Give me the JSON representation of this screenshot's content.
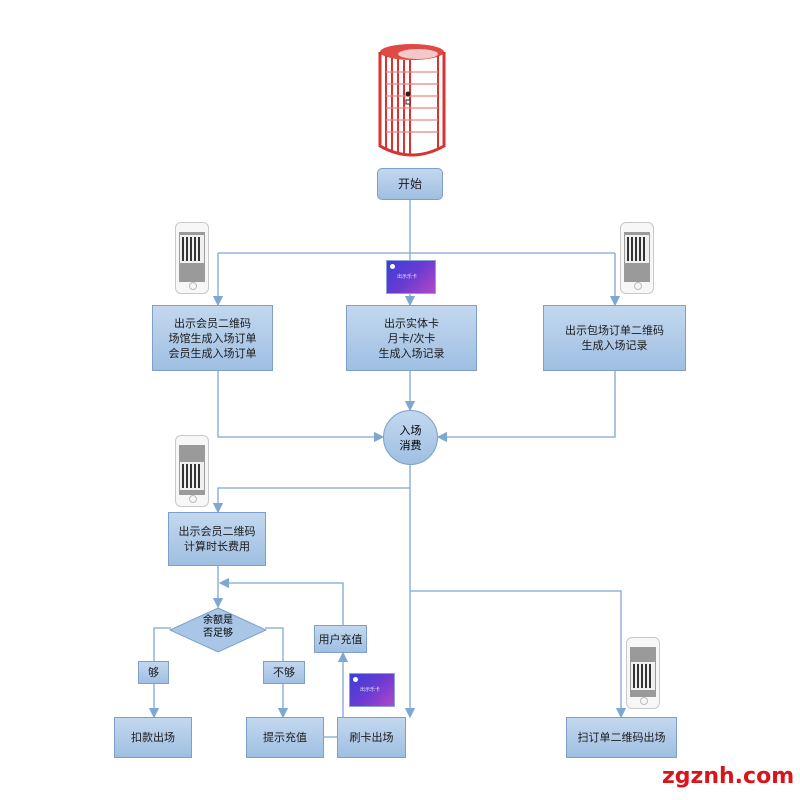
{
  "nodes": {
    "start": "开始",
    "member_qr_entry": "出示会员二维码\n场馆生成入场订单\n会员生成入场订单",
    "physical_card_entry": "出示实体卡\n月卡/次卡\n生成入场记录",
    "package_qr_entry": "出示包场订单二维码\n生成入场记录",
    "entry_consume": "入场\n消费",
    "member_qr_fee": "出示会员二维码\n计算时长费用",
    "balance_check": "余额是\n否足够",
    "enough": "够",
    "not_enough": "不够",
    "user_recharge": "用户充值",
    "deduct_exit": "扣款出场",
    "prompt_recharge": "提示充值",
    "card_exit": "刷卡出场",
    "scan_order_qr_exit": "扫订单二维码出场"
  },
  "card_caption": "出示乐卡",
  "watermark": "zgznh.com",
  "colors": {
    "box_fill": "#b1cbe9",
    "box_border": "#7d9fc8",
    "connector": "#7ea8d2",
    "turnstile": "#d9322f",
    "watermark": "#d8141c"
  }
}
